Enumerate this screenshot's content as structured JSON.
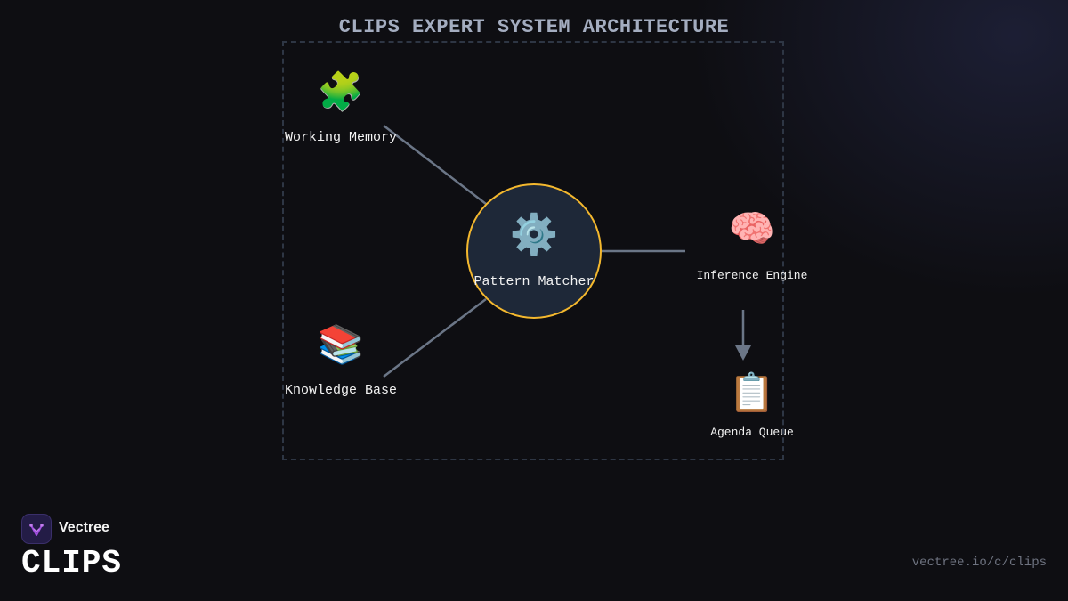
{
  "diagram": {
    "title": "CLIPS EXPERT SYSTEM ARCHITECTURE",
    "center": {
      "label": "Pattern Matcher",
      "icon": "gear-icon",
      "emoji": "⚙️"
    },
    "nodes": [
      {
        "label": "Working Memory",
        "icon": "puzzle-piece-icon",
        "emoji": "🧩"
      },
      {
        "label": "Knowledge Base",
        "icon": "books-icon",
        "emoji": "📚"
      },
      {
        "label": "Inference Engine",
        "icon": "brain-icon",
        "emoji": "🧠"
      },
      {
        "label": "Agenda Queue",
        "icon": "clipboard-icon",
        "emoji": "📋"
      }
    ],
    "colors": {
      "background": "#0e0e12",
      "connector": "#6b7687",
      "center_border": "#f4b82e",
      "center_fill": "#1e2838",
      "frame": "#2e3644"
    }
  },
  "branding": {
    "company": "Vectree",
    "product": "CLIPS",
    "url": "vectree.io/c/clips",
    "logo_icon": "vectree-logo-icon",
    "logo_color": "#a14ee0"
  }
}
